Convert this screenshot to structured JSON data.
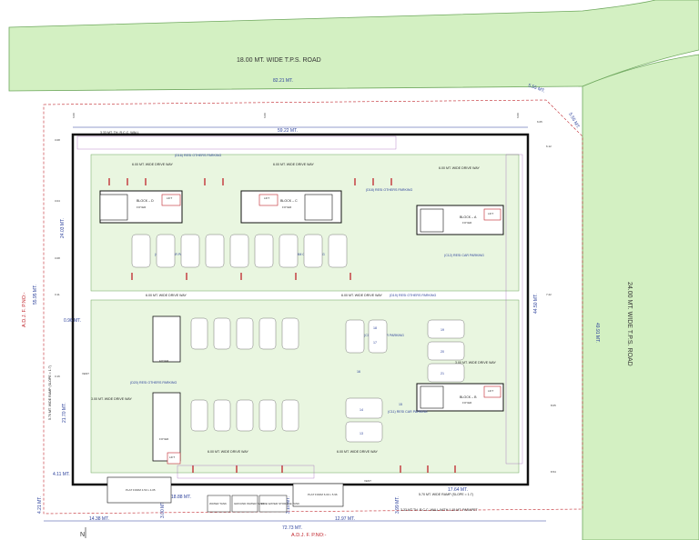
{
  "roads": {
    "top_road": "18.00 MT. WIDE T.P.S. ROAD",
    "right_road": "24.00 MT. WIDE T.P.S. ROAD",
    "top_road_len": "82.21 MT.",
    "right_road_len": "49.91 MT.",
    "diag_a": "5.55 MT.",
    "diag_b": "5.55 MT."
  },
  "neighbors": {
    "left": "A.D.J. F. P.NO:-",
    "bottom": "A.D.J. F. P.NO:-",
    "left_len": "55.95 MT."
  },
  "dims": {
    "top_inner": "59.22 MT.",
    "bottom_total": "72.73 MT.",
    "bottom_left": "14.38 MT.",
    "bottom_mid": "18.88 MT.",
    "bottom_mid2": "12.97 MT.",
    "bottom_right": "17.64 MT.",
    "left_mid": "24.03 MT.",
    "left_low": "21.70 MT.",
    "right_mid": "44.50 MT.",
    "left_small": "4.11 MT.",
    "left_tiny": "4.21 MT.",
    "left_step": "0.96 MT.",
    "bottom_v1": "3.00 MT.",
    "bottom_v2": "3.10 MT.",
    "bottom_v3": "3.99 MT.",
    "setback_top": "6.00",
    "r1": "6.05",
    "r2": "6.12",
    "r3": "7.22",
    "r4": "8.05",
    "r5": "8.54",
    "l1": "3.08",
    "l2": "3.04",
    "l3": "3.08",
    "l4": "3.11",
    "l5": "3.16"
  },
  "labels": {
    "drive_way": "6.00 MT. WIDE DRIVE WAY",
    "drive_way_short": "3.00 MT. WIDE DRIVE WAY",
    "block_d": "BLOCK – D",
    "block_c": "BLOCK – C",
    "block_a": "BLOCK – A",
    "block_b": "BLOCK – B",
    "foyer": "FOYER",
    "lift": "LIFT",
    "resi_parking_16": "(D16) RESI OTHERS PARKING",
    "resi_parking_18": "(D18) RESI OTHERS PARKING",
    "resi_parking_19": "(D19) RESI OTHERS PARKING",
    "resi_parking_20": "(D20) RESI OTHERS PARKING",
    "comm_parking": "(C1) COMM CAR PARKING",
    "resi_car_1": "(C1) RESI CAR PARKING",
    "resi_car_10": "(C10) RESI CAR PARKING",
    "resi_car_12": "(C12) RESI CAR PARKING",
    "resi_car_11": "(C11) RESI CAR PARKING",
    "platform_1": "PLAT FORM 4.53 x 4.05",
    "platform_2": "PLAT FORM 6.00 x 5.96",
    "ramp_left": "5.70 MT. WIDE RAMP (SLOPE = 1:7)",
    "ramp_right": "5.70 MT. WIDE RAMP (SLOPE = 1:7)",
    "wall_note": "3.33 MT TH. R.C.C. WALL WITH 1.15 MT. PARAPET",
    "wall_top": "3.33 MT. TH. R.C.C. WALL",
    "water_tank": "WATER TANK",
    "ug_tank": "GROUND WATER TANK",
    "fire_tank": "FIRE WATER STORAGE TANK",
    "north": "N",
    "vent": "VENT"
  },
  "colors": {
    "green": "#d3f0c2",
    "green_edge": "#6fa85e",
    "wall": "#111111",
    "parking_mark": "#c0242b",
    "bike": "#8a3fa8",
    "dim_blue": "#2a3f9a"
  },
  "car_slot_numbers": [
    "14",
    "13",
    "15",
    "16",
    "17",
    "18",
    "19",
    "20",
    "21"
  ]
}
